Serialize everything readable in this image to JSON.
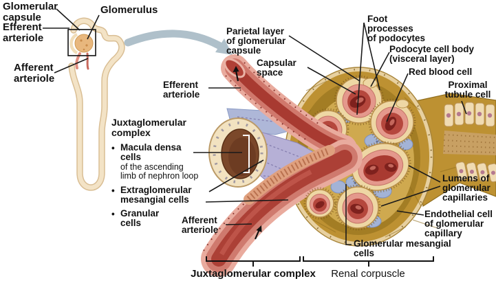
{
  "inset": {
    "glomerular_capsule": "Glomerular\ncapsule",
    "glomerulus": "Glomerulus",
    "efferent_arteriole": "Efferent\narteriole",
    "afferent_arteriole": "Afferent\narteriole"
  },
  "main": {
    "parietal_layer": "Parietal layer\nof glomerular\ncapsule",
    "capsular_space": "Capsular\nspace",
    "efferent_arteriole": "Efferent\narteriole",
    "foot_processes": "Foot\nprocesses\nof podocytes",
    "podocyte_cell_body": "Podocyte cell body\n(visceral layer)",
    "red_blood_cell": "Red blood cell",
    "proximal_tubule_cell": "Proximal\ntubule cell",
    "lumens_of_capillaries": "Lumens of\nglomerular\ncapillaries",
    "endothelial_cell": "Endothelial cell\nof glomerular\ncapillary",
    "glomerular_mesangial_cells": "Glomerular mesangial\ncells",
    "afferent_arteriole": "Afferent\narteriole"
  },
  "jg_list": {
    "heading": "Juxtaglomerular\ncomplex",
    "bullet": "•",
    "items": [
      {
        "label": "Macula densa\ncells",
        "sub": "of the ascending\nlimb of nephron loop"
      },
      {
        "label": "Extraglomerular\nmesangial cells",
        "sub": ""
      },
      {
        "label": "Granular\ncells",
        "sub": ""
      }
    ]
  },
  "footer": {
    "left_bracket_label": "Juxtaglomerular complex",
    "right_bracket_label": "Renal corpuscle"
  },
  "colors": {
    "background": "#ffffff",
    "capsule_gold": "#bd9132",
    "capsular_space_olive": "#a37d24",
    "capsule_rim_cream": "#e7d0a0",
    "vessel_pink": "#e9ab9e",
    "vessel_lumen_red": "#ac4036",
    "red_blood_cell_maroon": "#7e211d",
    "mesangial_blue": "#a3b3d6",
    "extraglomerular_lavender": "#b6b0d6",
    "macula_lumen_brown": "#7b482a",
    "cell_cream": "#f0dbb2",
    "leader_line_black": "#1a1a1a",
    "zoom_arrow_gray": "#afc0ca",
    "nephron_tube_cream": "#f3e3c6"
  }
}
